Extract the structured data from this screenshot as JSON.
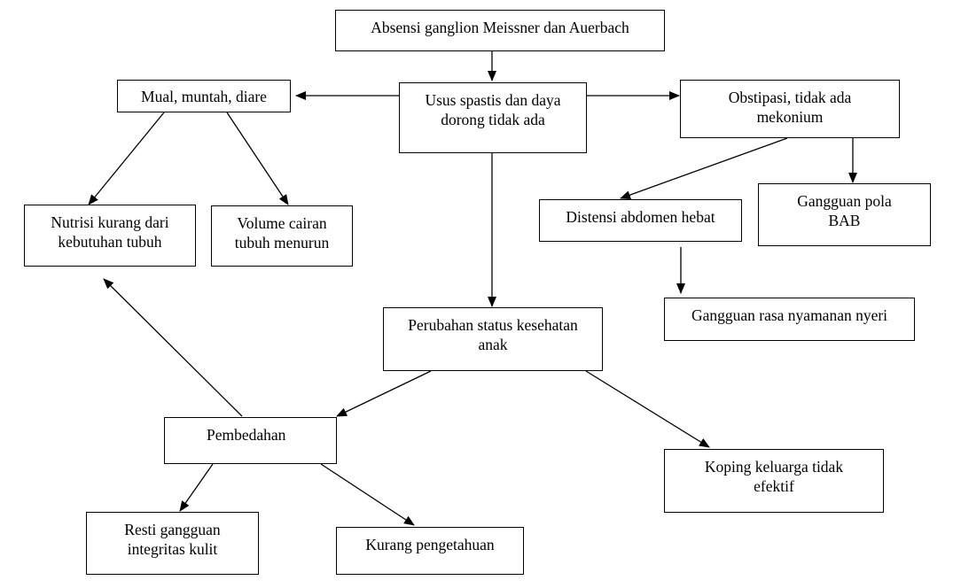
{
  "nodes": {
    "absensi": "Absensi ganglion Meissner dan Auerbach",
    "usus": "Usus spastis dan daya\ndorong tidak ada",
    "mual": "Mual, muntah, diare",
    "obstipasi": "Obstipasi, tidak ada\nmekonium",
    "nutrisi": "Nutrisi kurang dari\nkebutuhan tubuh",
    "volume": "Volume cairan\ntubuh menurun",
    "distensi": "Distensi abdomen hebat",
    "gangguan_bab": "Gangguan pola\nBAB",
    "nyeri": "Gangguan rasa nyamanan nyeri",
    "perubahan": "Perubahan status kesehatan\nanak",
    "pembedahan": "Pembedahan",
    "koping": "Koping keluarga tidak\nefektif",
    "resti": "Resti gangguan\nintegritas kulit",
    "kurang": "Kurang pengetahuan"
  },
  "colors": {
    "stroke": "#000000",
    "fill": "#ffffff"
  }
}
